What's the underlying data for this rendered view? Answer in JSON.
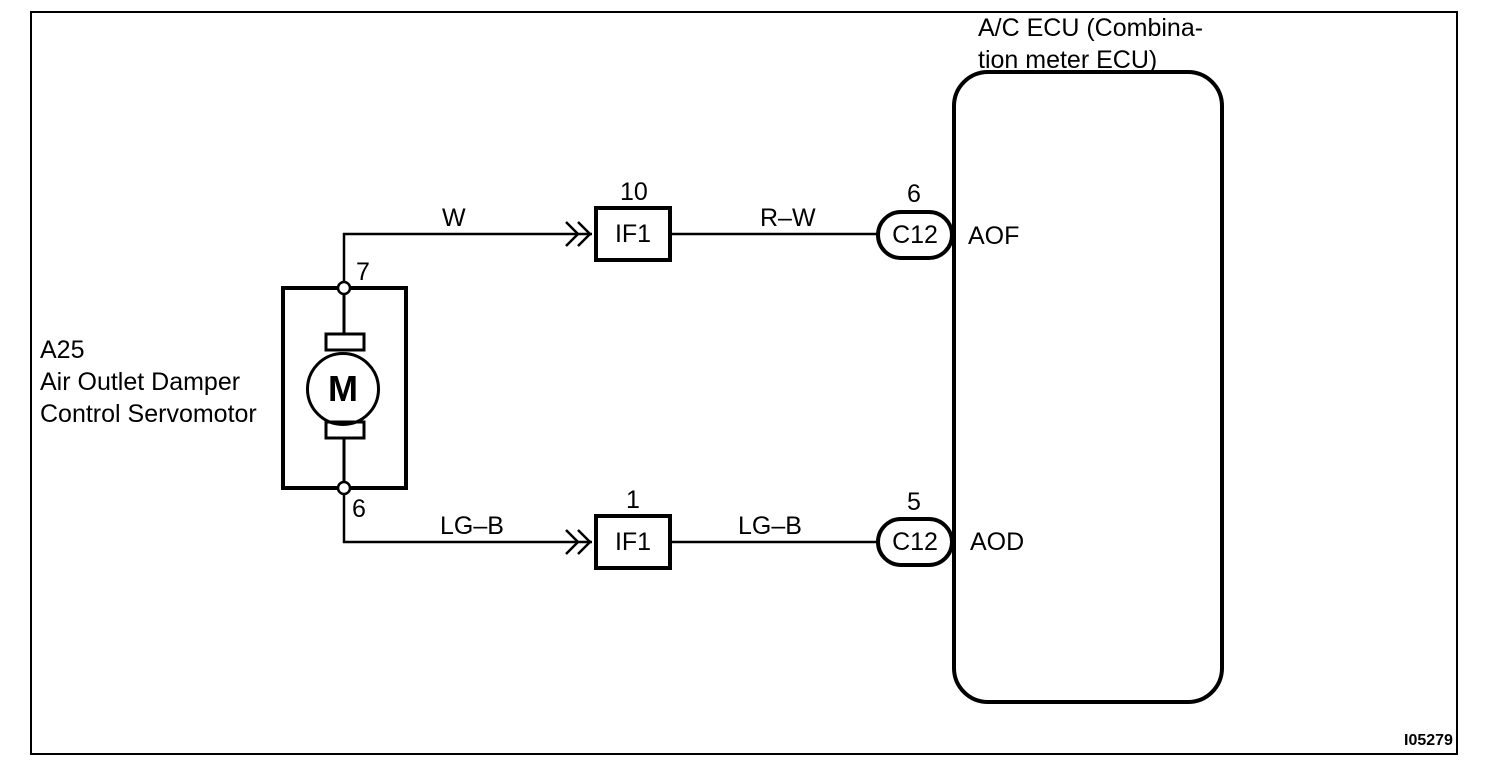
{
  "ecu": {
    "title_lines": [
      "A/C  ECU  (Combina-",
      "tion meter ECU)"
    ],
    "pins": [
      {
        "terminal": "AOF",
        "connector": "C12",
        "pin": "6"
      },
      {
        "terminal": "AOD",
        "connector": "C12",
        "pin": "5"
      }
    ]
  },
  "servomotor": {
    "lines": [
      "A25",
      "Air Outlet Damper",
      "Control Servomotor"
    ],
    "symbol": "M",
    "pins": [
      "7",
      "6"
    ]
  },
  "junctions": [
    {
      "connector": "IF1",
      "pin": "10"
    },
    {
      "connector": "IF1",
      "pin": "1"
    }
  ],
  "wires": {
    "upper_left": "W",
    "upper_right": "R–W",
    "lower_left": "LG–B",
    "lower_right": "LG–B"
  },
  "figure_code": "I05279"
}
